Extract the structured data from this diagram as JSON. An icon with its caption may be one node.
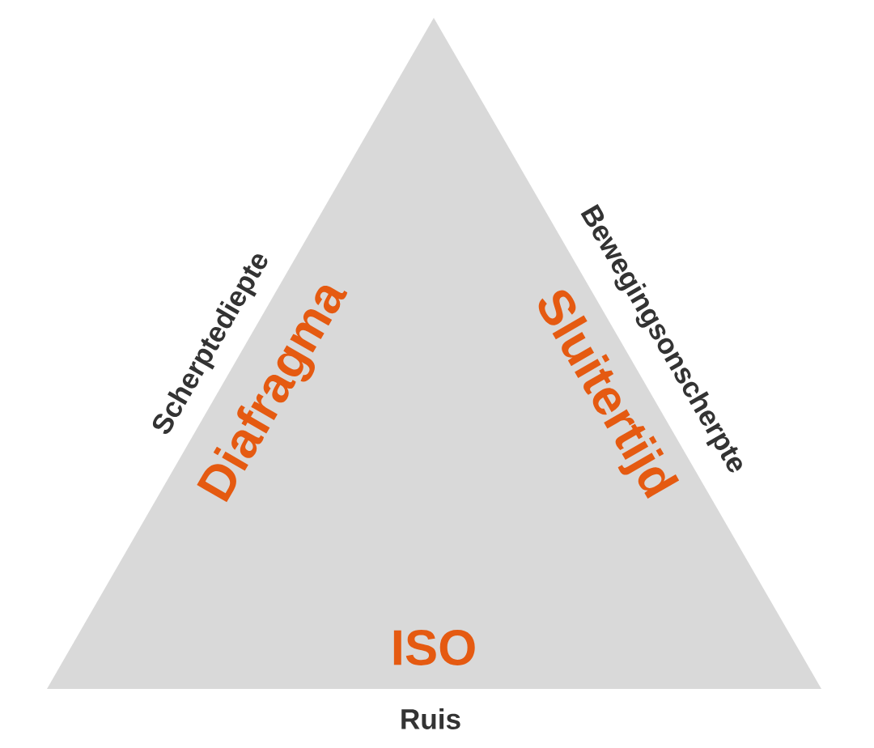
{
  "diagram": {
    "nodes": [
      {
        "text": [
          "Diafragma",
          "Sluitertijd",
          "ISO"
        ],
        "beside": [
          "Scherptediepte",
          "Bewegingsonscherpte",
          "Ruis"
        ]
      }
    ]
  }
}
